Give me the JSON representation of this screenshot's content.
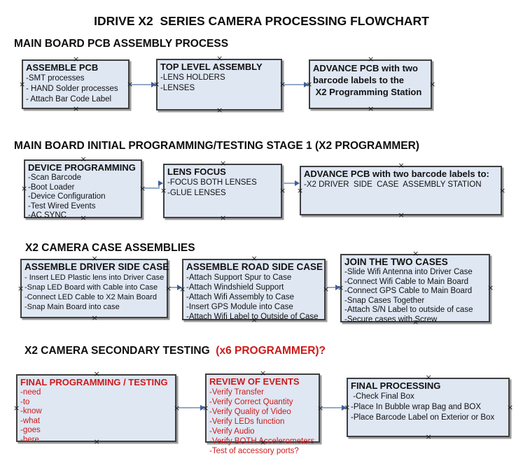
{
  "title": "IDRIVE X2  SERIES CAMERA PROCESSING FLOWCHART",
  "colors": {
    "box_fill": "#dfe7f3",
    "box_border": "#3f3f3f",
    "box_shadow": "#9b9b9b",
    "arrow_line": "#93a9c7",
    "arrow_head": "#3e5f9e",
    "red_text": "#cc1a1a",
    "black_text": "#111111"
  },
  "sections": [
    {
      "heading": "MAIN BOARD PCB ASSEMBLY PROCESS",
      "boxes": [
        {
          "title": "ASSEMBLE PCB",
          "items": [
            "-SMT processes",
            "- HAND Solder processes",
            "- Attach Bar Code Label"
          ]
        },
        {
          "title": "TOP LEVEL ASSEMBLY",
          "items": [
            "-LENS HOLDERS",
            "-LENSES"
          ]
        },
        {
          "title": "ADVANCE PCB with two\nbarcode labels to the\n X2 Programming Station",
          "items": []
        }
      ]
    },
    {
      "heading": "MAIN BOARD INITIAL PROGRAMMING/TESTING STAGE 1 (X2 PROGRAMMER)",
      "boxes": [
        {
          "title": "DEVICE PROGRAMMING",
          "items": [
            "-Scan Barcode",
            "-Boot Loader",
            "-Device Configuration",
            "-Test Wired Events",
            "-AC SYNC"
          ]
        },
        {
          "title": "LENS FOCUS",
          "items": [
            "-FOCUS BOTH LENSES",
            "-GLUE LENSES"
          ]
        },
        {
          "title": "ADVANCE PCB with two barcode labels to:",
          "items": [
            "-X2 DRIVER  SIDE  CASE  ASSEMBLY STATION"
          ]
        }
      ]
    },
    {
      "heading": "X2 CAMERA CASE ASSEMBLIES",
      "boxes": [
        {
          "title": "ASSEMBLE DRIVER SIDE CASE",
          "items": [
            "- Insert LED Plastic lens into Driver Case",
            "-Snap LED Board with Cable into Case",
            "-Connect LED Cable to X2 Main Board",
            "-Snap Main Board into case"
          ]
        },
        {
          "title": "ASSEMBLE ROAD SIDE CASE",
          "items": [
            "-Attach Support Spur to Case",
            "-Attach Windshield Support",
            "-Attach Wifi Assembly to Case",
            "-Insert GPS Module into Case",
            "-Attach Wifi Label to Outside of Case"
          ]
        },
        {
          "title": "JOIN THE TWO CASES",
          "items": [
            "-Slide Wifi Antenna into Driver Case",
            "-Connect Wifi Cable to Main Board",
            "-Connect GPS Cable to Main Board",
            "-Snap Cases Together",
            "-Attach S/N Label to outside of case",
            "-Secure cases with Screw"
          ]
        }
      ]
    },
    {
      "heading_black": "X2 CAMERA SECONDARY TESTING  ",
      "heading_red": "(x6 PROGRAMMER)?",
      "boxes": [
        {
          "title": "FINAL PROGRAMMING / TESTING",
          "items": [
            "-need",
            "-to",
            "-know",
            "-what",
            "-goes",
            "-here"
          ]
        },
        {
          "title": "REVIEW OF EVENTS",
          "items": [
            "-Verify Transfer",
            "-Verify Correct Quantity",
            "-Verify Quality of Video",
            "-Verify LEDs function",
            "-Verify Audio",
            "-Verify BOTH Accelerometers",
            "-Test of accessory ports?"
          ]
        },
        {
          "title": "FINAL PROCESSING",
          "items": [
            " -Check Final Box",
            "-Place In Bubble wrap Bag and BOX",
            "-Place Barcode Label on Exterior or Box"
          ]
        }
      ]
    }
  ]
}
